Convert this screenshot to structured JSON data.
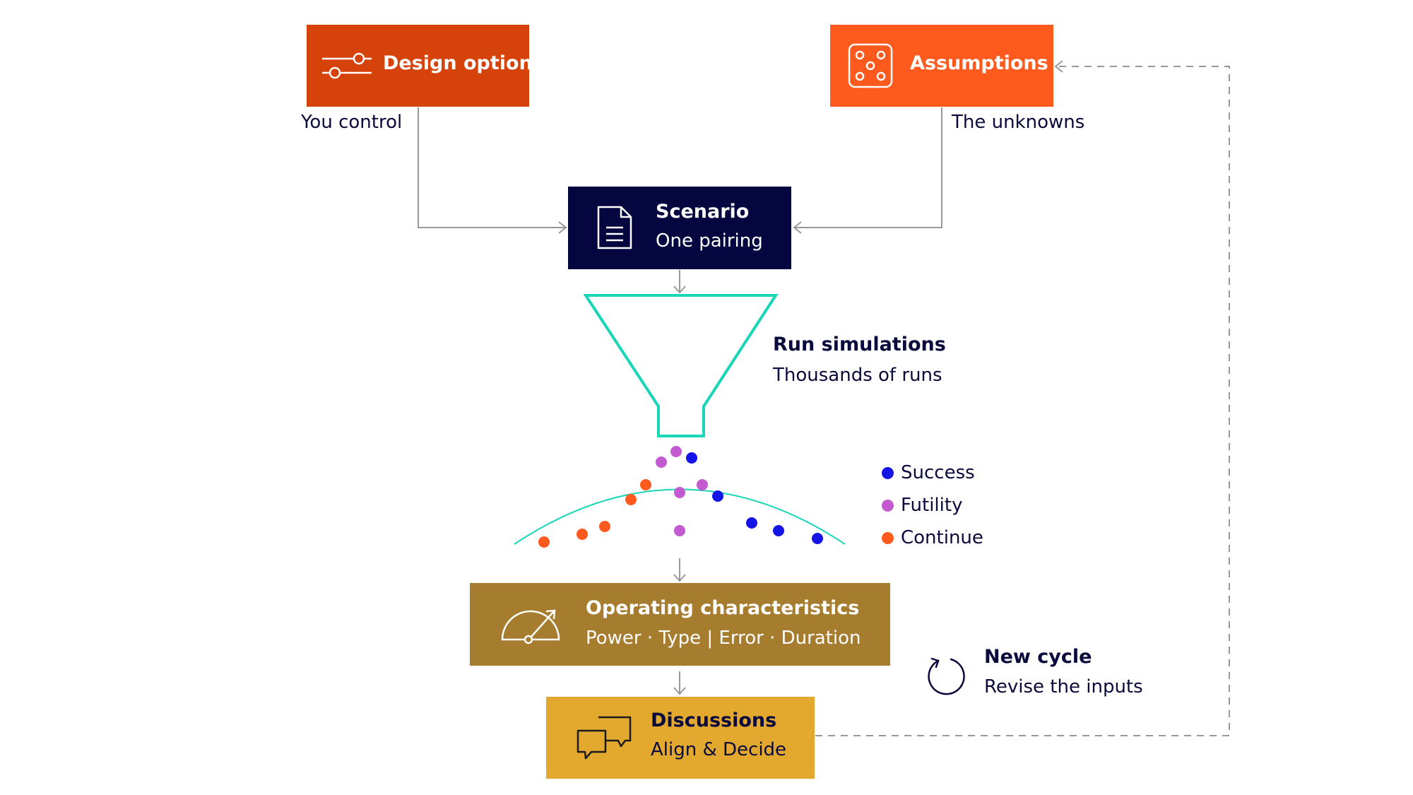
{
  "design": {
    "title": "Design options",
    "caption": "You control"
  },
  "assumptions": {
    "title": "Assumptions",
    "caption": "The unknowns"
  },
  "scenario": {
    "title": "Scenario",
    "subtitle": "One pairing"
  },
  "simulations": {
    "title": "Run simulations",
    "subtitle": "Thousands of runs"
  },
  "legend": [
    {
      "label": "Success",
      "color": "#1414e6"
    },
    {
      "label": "Futility",
      "color": "#c45ad0"
    },
    {
      "label": "Continue",
      "color": "#ff5a1e"
    }
  ],
  "operating": {
    "title": "Operating characteristics",
    "subtitle": "Power · Type | Error · Duration"
  },
  "discussions": {
    "title": "Discussions",
    "subtitle": "Align & Decide"
  },
  "cycle": {
    "title": "New cycle",
    "subtitle": "Revise the inputs"
  },
  "colors": {
    "design": "#d5420a",
    "assumptions": "#ff5a1e",
    "scenario": "#05053f",
    "operating": "#a67c2e",
    "discussions": "#e3a92e",
    "funnel": "#19d6b7",
    "connector": "#999999"
  },
  "icons": {
    "design": "sliders-icon",
    "assumptions": "dice-icon",
    "scenario": "document-icon",
    "operating": "gauge-icon",
    "discussions": "chat-bubbles-icon",
    "cycle": "refresh-icon"
  }
}
